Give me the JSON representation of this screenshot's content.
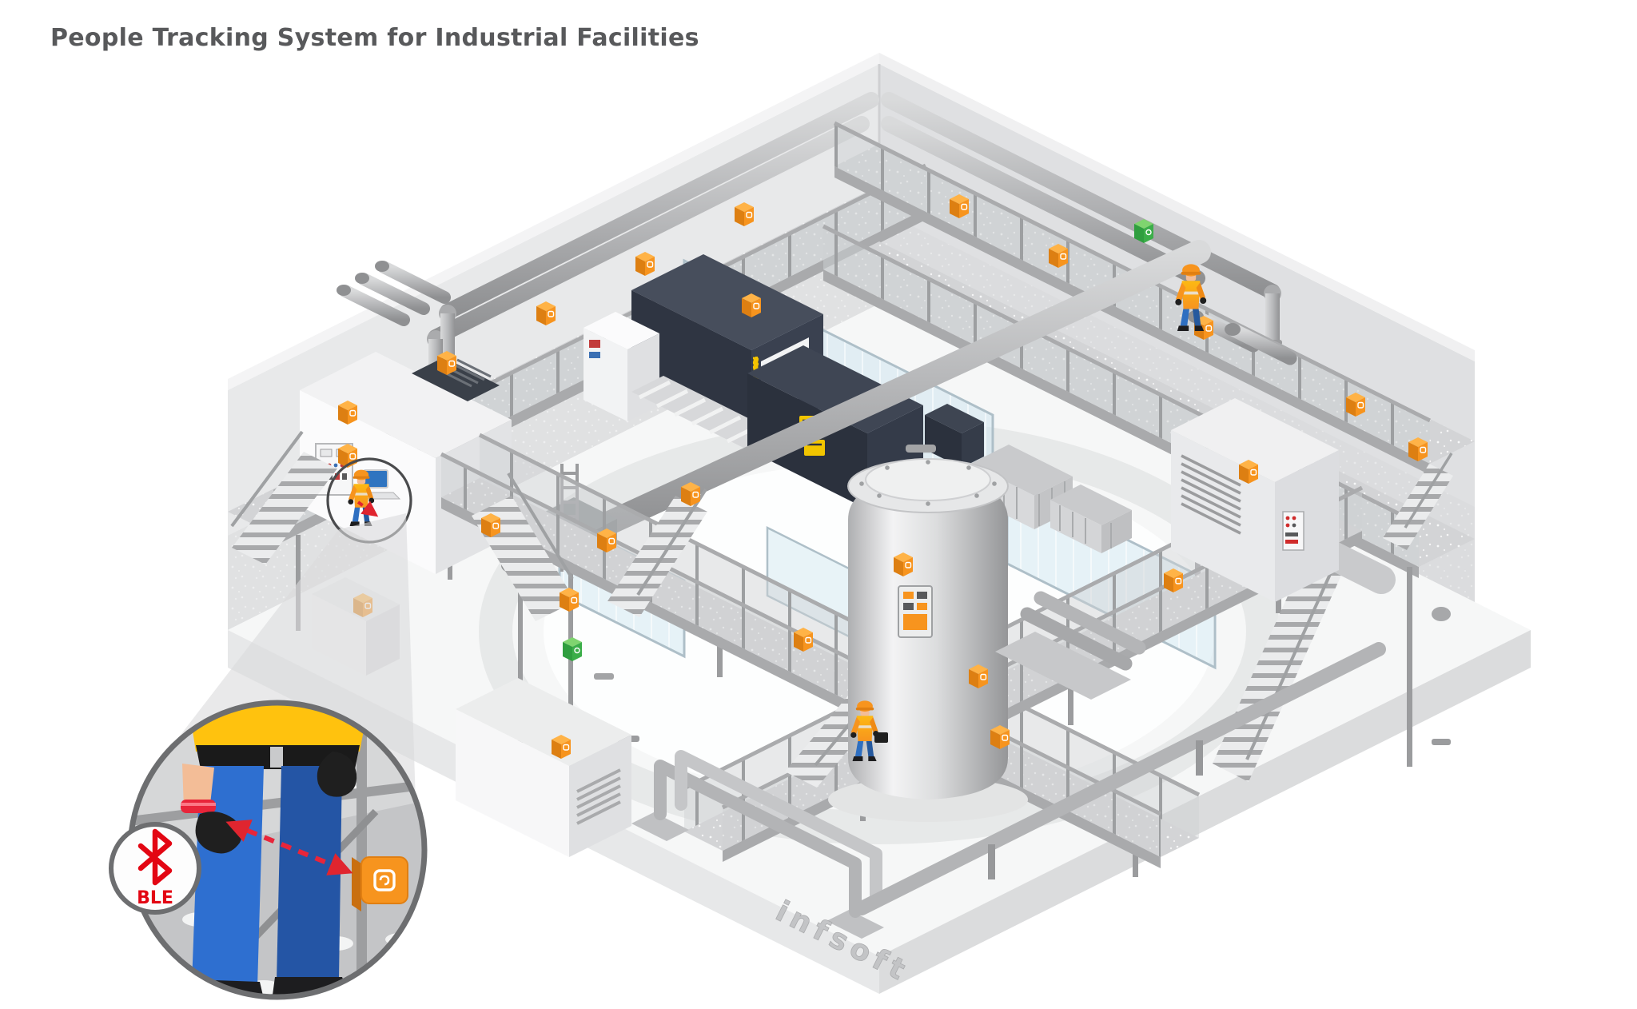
{
  "page": {
    "title": "People Tracking System for Industrial Facilities"
  },
  "watermark": {
    "text": "infsoft"
  },
  "inset": {
    "ble_label": "BLE",
    "shows": "worker wristband exchanging BLE signal with wall-mounted beacon"
  },
  "scene": {
    "type": "isometric-illustration",
    "subject": "industrial facility hall with elevated walkways, machinery, storage tank and pipework",
    "workers_visible": 3,
    "orange_ble_beacons": 24,
    "green_wall_nodes": 2,
    "highlighted_worker": "worker on left mezzanine circled with red signal arrow to beacon"
  },
  "colors": {
    "beacon_orange": "#F7941E",
    "beacon_orange_dark": "#DD7F12",
    "signal_red": "#E30613",
    "node_green": "#3BAE49",
    "vest_yellow": "#FDB913",
    "pants_blue": "#2E6FC1",
    "structure_gray": "#D2D3D5",
    "wall_gray": "#E6E7E8",
    "title_gray": "#58595B"
  },
  "icons": {
    "bluetooth": "bluetooth-icon",
    "beacon": "ble-beacon-icon",
    "green_node": "wall-node-icon",
    "magnifier": "detail-magnifier-circle"
  }
}
